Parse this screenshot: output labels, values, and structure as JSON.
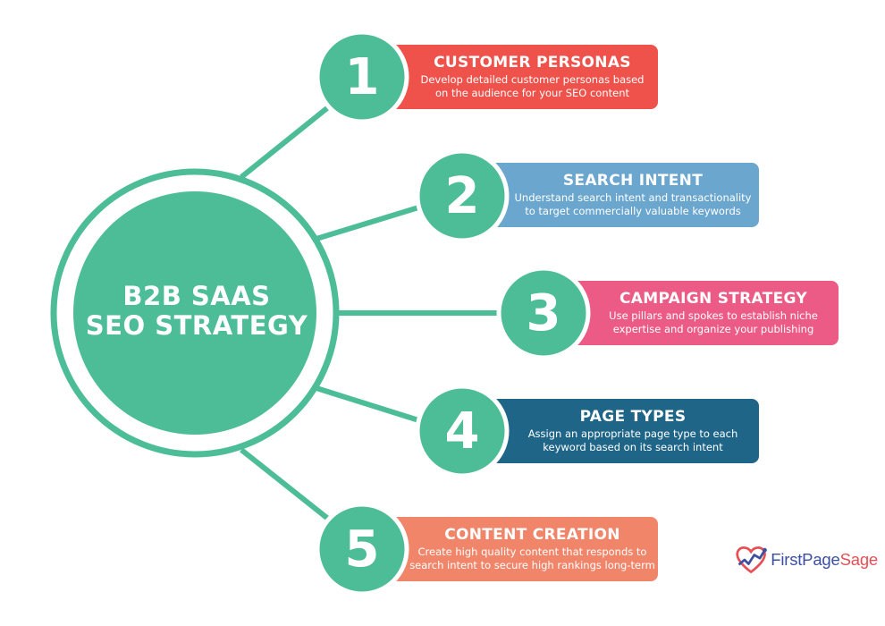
{
  "center": {
    "title_line1": "B2B SAAS",
    "title_line2": "SEO STRATEGY"
  },
  "colors": {
    "teal": "#4dbd98",
    "step1": "#ee524b",
    "step2": "#6aa6cd",
    "step3": "#ec5b86",
    "step4": "#1f6588",
    "step5": "#f0856a"
  },
  "steps": [
    {
      "number": "1",
      "title": "CUSTOMER PERSONAS",
      "desc_line1": "Develop detailed customer personas based",
      "desc_line2": "on the audience for your SEO content"
    },
    {
      "number": "2",
      "title": "SEARCH INTENT",
      "desc_line1": "Understand search intent and transactionality",
      "desc_line2": "to target commercially valuable keywords"
    },
    {
      "number": "3",
      "title": "CAMPAIGN STRATEGY",
      "desc_line1": "Use pillars and spokes to establish niche",
      "desc_line2": "expertise and organize your publishing"
    },
    {
      "number": "4",
      "title": "PAGE TYPES",
      "desc_line1": "Assign an appropriate page type to each",
      "desc_line2": "keyword based on its search intent"
    },
    {
      "number": "5",
      "title": "CONTENT CREATION",
      "desc_line1": "Create high quality content that responds to",
      "desc_line2": "search intent to secure high rankings long-term"
    }
  ],
  "brand": {
    "name_part1": "FirstPage",
    "name_part2": "Sage",
    "logo_icon": "heart-chart-logo-icon"
  }
}
